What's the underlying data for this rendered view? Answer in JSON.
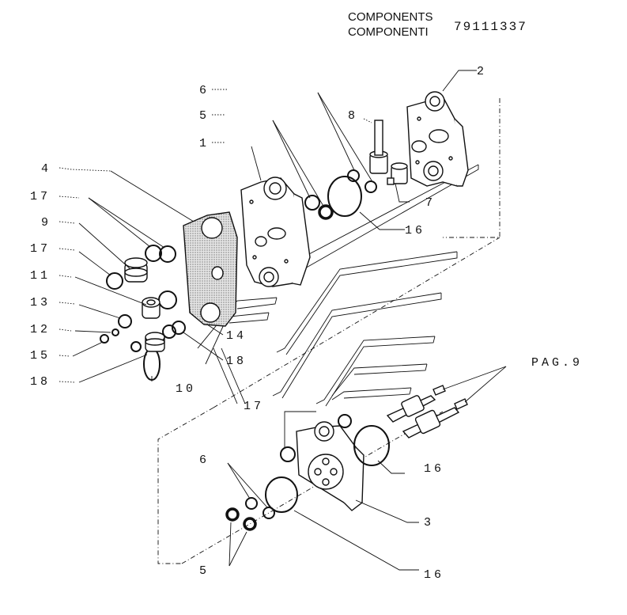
{
  "header": {
    "line1": "COMPONENTS",
    "line2": "COMPONENTI",
    "code": "79111337"
  },
  "labels": {
    "l2": "2",
    "l6_top": "6",
    "l8": "8",
    "l5_top": "5",
    "l1": "1",
    "l4": "4",
    "l17_a": "17",
    "l7": "7",
    "l9": "9",
    "l16_top": "16",
    "l17_b": "17",
    "l11": "11",
    "l13": "13",
    "l12": "12",
    "l14": "14",
    "l15": "15",
    "l18_a": "18",
    "l18_b": "18",
    "l10": "10",
    "pag9": "PAG.9",
    "l17_c": "17",
    "l6_bottom": "6",
    "l16_mid": "16",
    "l3": "3",
    "l5_bottom": "5",
    "l16_bottom": "16"
  }
}
